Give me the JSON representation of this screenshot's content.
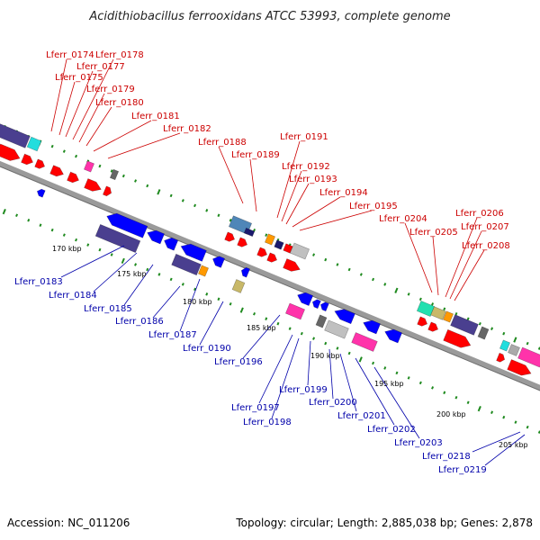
{
  "title": "Acidithiobacillus ferrooxidans ATCC 53993, complete genome",
  "footer": {
    "accession": "Accession: NC_011206",
    "summary": "Topology: circular; Length: 2,885,038 bp; Genes: 2,878"
  },
  "colors": {
    "top_labels": "#cc0000",
    "bottom_labels": "#0000aa",
    "backbone": "#9a9a9a",
    "ticks": "#1f8a1f"
  },
  "scale": {
    "unit": "kbp",
    "tick_labels": [
      "170 kbp",
      "175 kbp",
      "180 kbp",
      "185 kbp",
      "190 kbp",
      "195 kbp",
      "200 kbp",
      "205 kbp"
    ]
  },
  "genes_top": [
    "Lferr_0174",
    "Lferr_0175",
    "Lferr_0177",
    "Lferr_0178",
    "Lferr_0179",
    "Lferr_0180",
    "Lferr_0181",
    "Lferr_0182",
    "Lferr_0188",
    "Lferr_0189",
    "Lferr_0191",
    "Lferr_0192",
    "Lferr_0193",
    "Lferr_0194",
    "Lferr_0195",
    "Lferr_0204",
    "Lferr_0205",
    "Lferr_0206",
    "Lferr_0207",
    "Lferr_0208"
  ],
  "genes_bottom": [
    "Lferr_0183",
    "Lferr_0184",
    "Lferr_0185",
    "Lferr_0186",
    "Lferr_0187",
    "Lferr_0190",
    "Lferr_0196",
    "Lferr_0197",
    "Lferr_0198",
    "Lferr_0199",
    "Lferr_0200",
    "Lferr_0201",
    "Lferr_0202",
    "Lferr_0203",
    "Lferr_0218",
    "Lferr_0219"
  ]
}
